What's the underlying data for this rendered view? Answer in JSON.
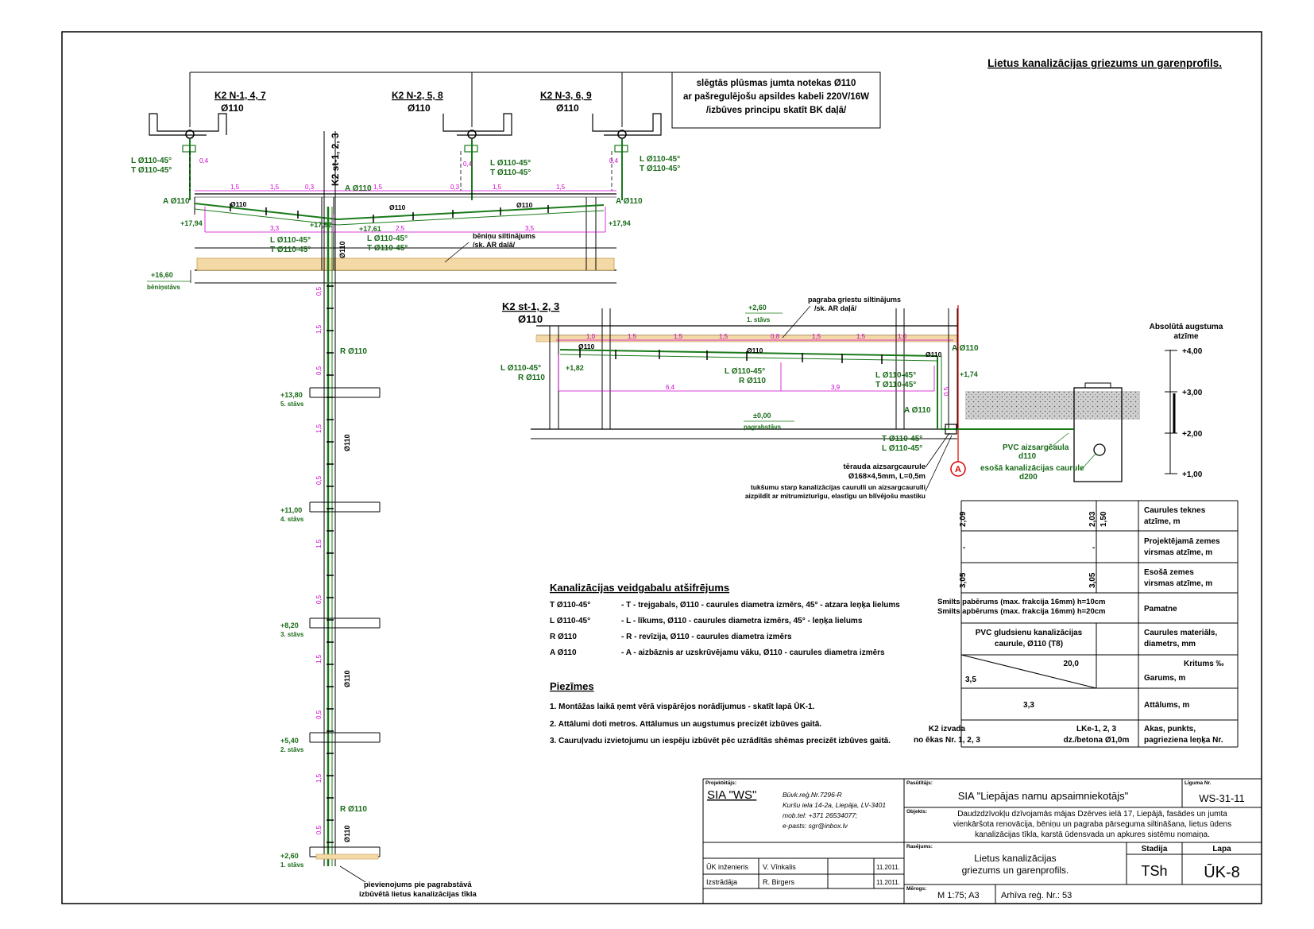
{
  "title": "Lietus kanalizācijas griezums un garenprofils.",
  "upper": {
    "tags": [
      "K2 N-1, 4, 7",
      "K2 N-2, 5, 8",
      "K2 N-3, 6, 9"
    ],
    "tag_dia": "Ø110",
    "riser_tag": "K2 st-1, 2, 3",
    "note": [
      "slēgtās plūsmas jumta notekas Ø110",
      "ar pašregulējošu apsildes kabeli 220V/16W",
      "/izbūves principu skatīt BK daļā/"
    ],
    "l45": "L Ø110-45°",
    "t45": "T Ø110-45°",
    "a110": "A Ø110",
    "d110": "Ø110",
    "h04": "0,4",
    "dims_top": [
      "1,5",
      "1,5",
      "0,3",
      "1,5",
      "0,3",
      "1,5",
      "1,5"
    ],
    "dims_bottom": [
      "3,3",
      "2,5",
      "3,5"
    ],
    "elev": [
      "+17,94",
      "+17,61",
      "+17,92",
      "+17,94"
    ],
    "attic_note": [
      "bēniņu siltinājums",
      "/sk. AR daļā/"
    ],
    "attic_elev": "+16,60",
    "attic_label": "bēniņstāvs"
  },
  "riser": {
    "r110": "R Ø110",
    "d110": "Ø110",
    "segs": [
      "0,5",
      "1,5",
      "0,5",
      "1,5",
      "0,5",
      "1,5",
      "0,5",
      "1,5",
      "0,5",
      "1,5",
      "0,5"
    ],
    "floors": [
      {
        "elev": "+13,80",
        "label": "5. stāvs"
      },
      {
        "elev": "+11,00",
        "label": "4. stāvs"
      },
      {
        "elev": "+8,20",
        "label": "3. stāvs"
      },
      {
        "elev": "+5,40",
        "label": "2. stāvs"
      },
      {
        "elev": "+2,60",
        "label": "1. stāvs"
      }
    ],
    "foot_note": [
      "pievienojums pie pagrabstāvā",
      "izbūvētā lietus kanalizācijas tīkla"
    ]
  },
  "basement": {
    "tag": "K2 st-1, 2, 3",
    "tag_dia": "Ø110",
    "ceiling_note": [
      "pagraba griestu siltinājums",
      "/sk. AR daļā/"
    ],
    "elev_top": "+2,60",
    "floor1": "1. stāvs",
    "elev_base": "±0,00",
    "base_label": "pagrabstāvs",
    "dims_top": [
      "1,0",
      "1,5",
      "1,5",
      "1,5",
      "0,8",
      "1,5",
      "1,5",
      "1,0"
    ],
    "dims_bottom": [
      "6,4",
      "3,9"
    ],
    "d110": "Ø110",
    "labels": [
      "L Ø110-45°",
      "R Ø110",
      "L Ø110-45°",
      "R Ø110",
      "L Ø110-45°",
      "T Ø110-45°",
      "A Ø110",
      "A Ø110",
      "T Ø110-45°",
      "L Ø110-45°"
    ],
    "elev_l": "+1,82",
    "elev_r": "+1,74",
    "vert_dim": "0,5",
    "steel_note": [
      "tērauda aizsargcaurule",
      "Ø168×4,5mm, L=0,5m"
    ],
    "gap_note": [
      "tukšumu starp kanalizācijas caurulli un aizsargcaurulli",
      "aizpildīt ar mitrumizturīgu, elastīgu un blīvējošu mastiku"
    ],
    "pvc": [
      "PVC aizsargčaula",
      "d110"
    ],
    "exist": [
      "esošā kanalizācijas caurule",
      "d200"
    ],
    "marker": "A"
  },
  "scale": {
    "title": [
      "Absolūtā augstuma",
      "atzīme"
    ],
    "ticks": [
      "+4,00",
      "+3,00",
      "+2,00",
      "+1,00"
    ]
  },
  "profile": {
    "rows": [
      [
        "Caurules teknes",
        "atzīme, m"
      ],
      [
        "Projektējamā zemes",
        "virsmas atzīme, m"
      ],
      [
        "Esošā zemes",
        "virsmas atzīme, m"
      ],
      [
        "Pamatne"
      ],
      [
        "Caurules materiāls,",
        "diametrs, mm"
      ],
      [
        "Kritums ‰",
        "Garums, m"
      ],
      [
        "Attālums, m"
      ],
      [
        "Akas, punkts,",
        "pagrieziena leņķa Nr."
      ]
    ],
    "invert": [
      "2,09",
      "2,03",
      "1,50"
    ],
    "proj": [
      "-",
      "-"
    ],
    "exist": [
      "3,05",
      "3,05"
    ],
    "base": [
      "Smilts pabērums (max. frakcija 16mm) h=10cm",
      "Smilts apbērums (max. frakcija 16mm) h=20cm"
    ],
    "material": [
      "PVC gludsienu kanalizācijas",
      "caurule, Ø110 (T8)"
    ],
    "slope": "20,0",
    "length": "3,5",
    "distance": "3,3",
    "node1": [
      "K2 izvada",
      "no ēkas Nr. 1, 2, 3"
    ],
    "node2": [
      "LKe-1, 2, 3",
      "dz./betona Ø1,0m"
    ]
  },
  "legend": {
    "title": "Kanalizācijas veidgabalu atšifrējums",
    "rows": [
      {
        "code": "T Ø110-45°",
        "desc": "- T - trejgabals, Ø110 - caurules diametra izmērs, 45° - atzara leņķa lielums"
      },
      {
        "code": "L Ø110-45°",
        "desc": "- L - līkums, Ø110 - caurules diametra izmērs, 45° - leņķa lielums"
      },
      {
        "code": "R Ø110",
        "desc": "- R - revīzija, Ø110 - caurules diametra izmērs"
      },
      {
        "code": "A Ø110",
        "desc": "- A - aizbāznis ar uzskrūvējamu vāku, Ø110 - caurules diametra izmērs"
      }
    ]
  },
  "notes": {
    "title": "Piezīmes",
    "items": [
      "1.  Montāžas laikā ņemt vērā vispārējos norādījumus - skatīt lapā ŪK-1.",
      "2.  Attālumi doti metros. Attālumus un augstumus precizēt izbūves gaitā.",
      "3.  Cauruļvadu  izvietojumu un iespēju izbūvēt pēc uzrādītās shēmas precizēt izbūves gaitā."
    ]
  },
  "titleblock": {
    "proj_label": "Projektētājs:",
    "company": "SIA \"WS\"",
    "company_info": [
      "Būvk.reģ.Nr.7296-R",
      "Kuršu iela 14-2a, Liepāja, LV-3401",
      "mob.tel: +371 26534077;",
      "e-pasts: sgr@inbox.lv"
    ],
    "client_label": "Pasūtītājs:",
    "client": "SIA \"Liepājas namu apsaimniekotājs\"",
    "contract_label": "Līguma Nr.",
    "contract": "WS-31-11",
    "object_label": "Objekts:",
    "object": [
      "Daudzdzīvokļu dzīvojamās mājas Dzērves ielā 17, Liepājā,  fasādes un jumta",
      "vienkāršota renovācija, bēniņu un pagraba pārseguma siltināšana, lietus ūdens",
      "kanalizācijas tīkla, karstā ūdensvada un apkures sistēmu nomaiņa."
    ],
    "sheet_name_label": "Rasējums:",
    "sheet_name": [
      "Lietus kanalizācijas",
      "griezums un garenprofils."
    ],
    "stage_label": "Stadija",
    "stage": "TSh",
    "page_label": "Lapa",
    "page": "ŪK-8",
    "role1": "ŪK inženieris",
    "name1": "V. Vīnkalis",
    "date1": "11.2011.",
    "role2": "Izstrādāja",
    "name2": "R. Birgers",
    "date2": "11.2011.",
    "scale_label": "Mērogs:",
    "scale": "M 1:75; A3",
    "archive": "Arhīva reģ. Nr.: 53"
  }
}
